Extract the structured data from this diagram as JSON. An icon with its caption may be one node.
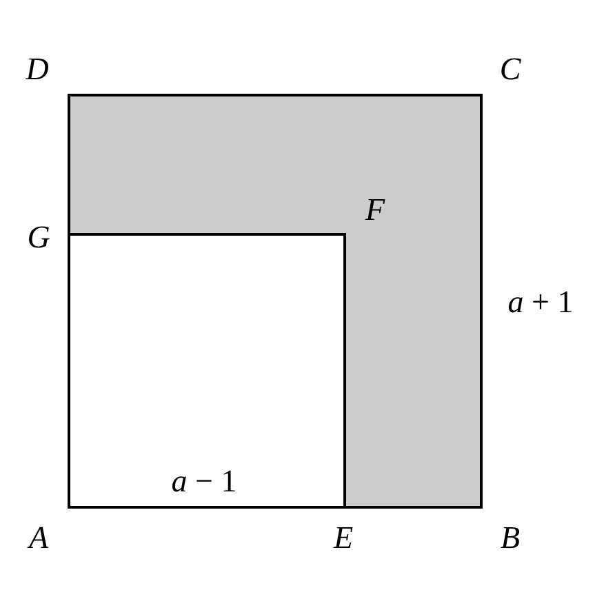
{
  "diagram": {
    "nodes": [
      {
        "text": [],
        "shape": "box"
      },
      {
        "text": [],
        "shape": "box",
        "in": 0
      }
    ],
    "labels": [
      "D",
      "C",
      "G",
      "F",
      "*a* + 1",
      "A",
      "*a* − 1",
      "E",
      "B"
    ]
  }
}
